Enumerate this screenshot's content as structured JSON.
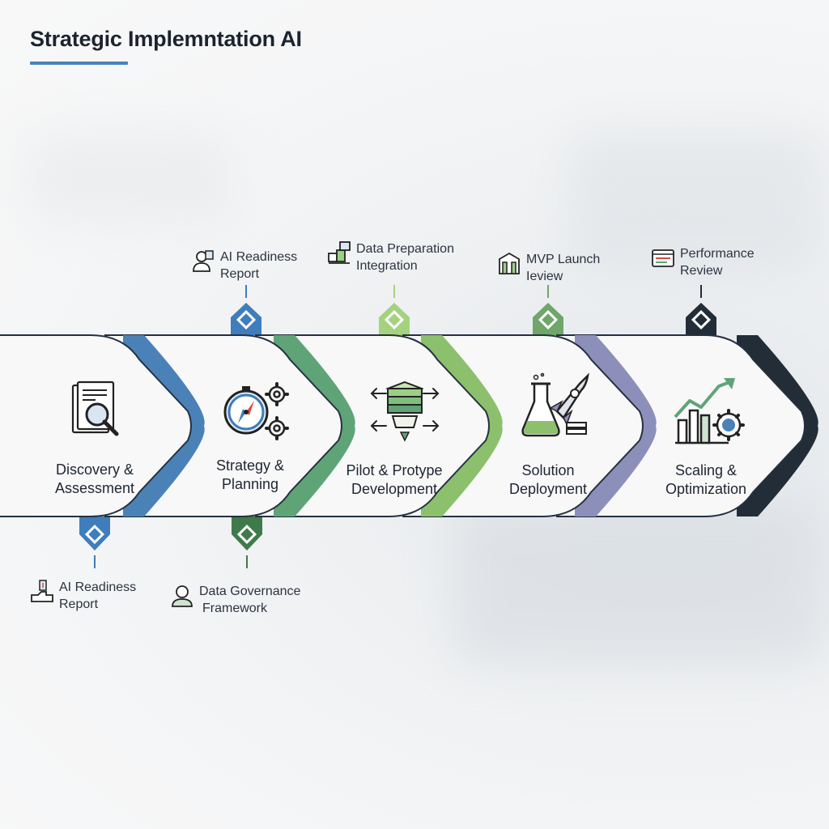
{
  "title": "Strategic Implemntation AI",
  "colors": {
    "accent": "#4a82b8",
    "stage_fill": "#f8f8f8",
    "outline": "#243040"
  },
  "stages": [
    {
      "line1": "Discovery &",
      "line2": "Assessment",
      "icon": "document-magnifier-icon",
      "color": "#4a82b8"
    },
    {
      "line1": "Strategy &",
      "line2": "Planning",
      "icon": "compass-gears-icon",
      "color": "#5fa477"
    },
    {
      "line1": "Pilot & Protype",
      "line2": "Development",
      "icon": "layers-arrows-icon",
      "color": "#8cc06d"
    },
    {
      "line1": "Solution",
      "line2": "Deployment",
      "icon": "flask-rocket-icon",
      "color": "#8d8fbb"
    },
    {
      "line1": "Scaling &",
      "line2": "Optimization",
      "icon": "growth-chart-gear-icon",
      "color": "#222d38"
    }
  ],
  "milestones_top": [
    {
      "line1": "AI Readiness",
      "line2": "Report",
      "icon": "person-report-icon",
      "color": "#3f7dbc"
    },
    {
      "line1": "Data Preparation",
      "line2": "Integration",
      "icon": "data-blocks-icon",
      "color": "#a5d27f"
    },
    {
      "line1": "MVP Launch",
      "line2": "Ieview",
      "icon": "launch-building-icon",
      "color": "#6fa66a"
    },
    {
      "line1": "Performance",
      "line2": "Review",
      "icon": "review-panel-icon",
      "color": "#222d38"
    }
  ],
  "milestones_bottom": [
    {
      "line1": "AI Readiness",
      "line2": "Report",
      "icon": "hand-report-icon",
      "color": "#3f7dbc"
    },
    {
      "line1": "Data Governance",
      "line2": "Framework",
      "icon": "governance-person-icon",
      "color": "#3f7a4a"
    }
  ]
}
